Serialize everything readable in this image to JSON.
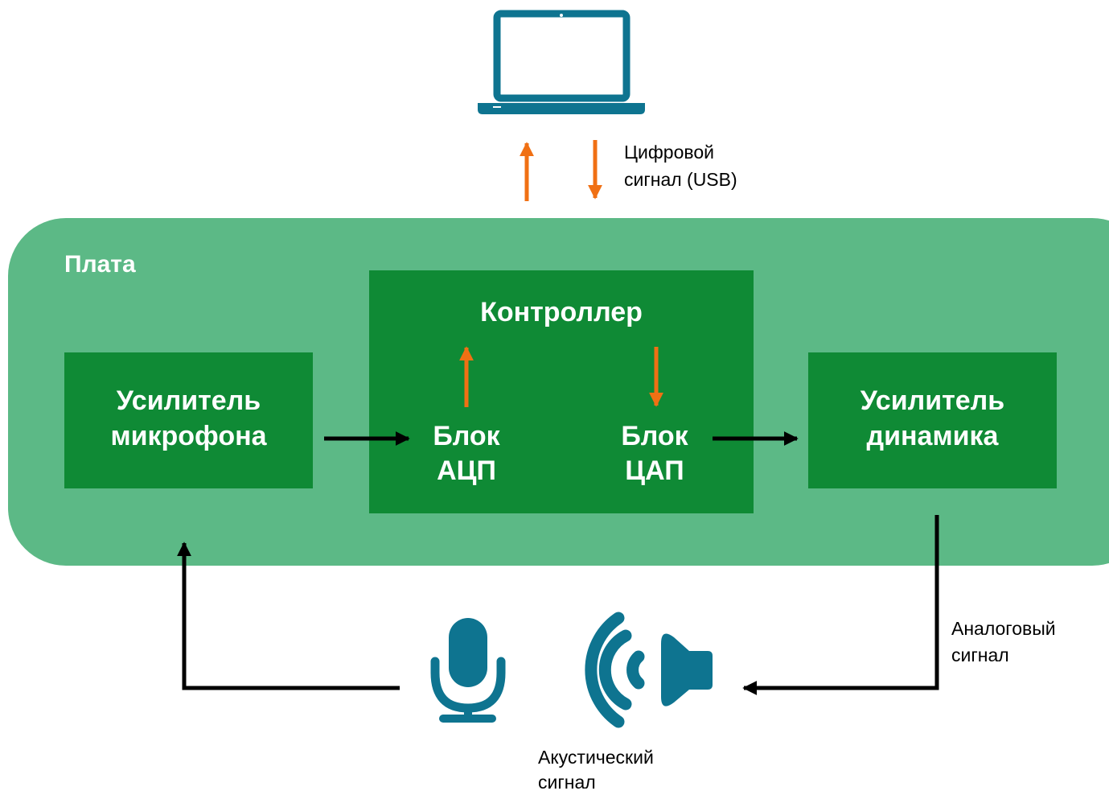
{
  "board": {
    "label": "Плата"
  },
  "mic_amp": {
    "line1": "Усилитель",
    "line2": "микрофона"
  },
  "controller": {
    "title": "Контроллер",
    "adc": {
      "line1": "Блок",
      "line2": "АЦП"
    },
    "dac": {
      "line1": "Блок",
      "line2": "ЦАП"
    }
  },
  "speaker_amp": {
    "line1": "Усилитель",
    "line2": "динамика"
  },
  "labels": {
    "digital": {
      "line1": "Цифровой",
      "line2": "сигнал (USB)"
    },
    "analog": {
      "line1": "Аналоговый",
      "line2": "сигнал"
    },
    "acoustic": {
      "line1": "Акустический",
      "line2": "сигнал"
    }
  },
  "icons": [
    "laptop-icon",
    "microphone-icon",
    "speaker-icon"
  ],
  "colors": {
    "board": "#5cb986",
    "block": "#0f8a35",
    "orange_arrow": "#f07014",
    "black_arrow": "#000000",
    "icon": "#0e7490"
  }
}
